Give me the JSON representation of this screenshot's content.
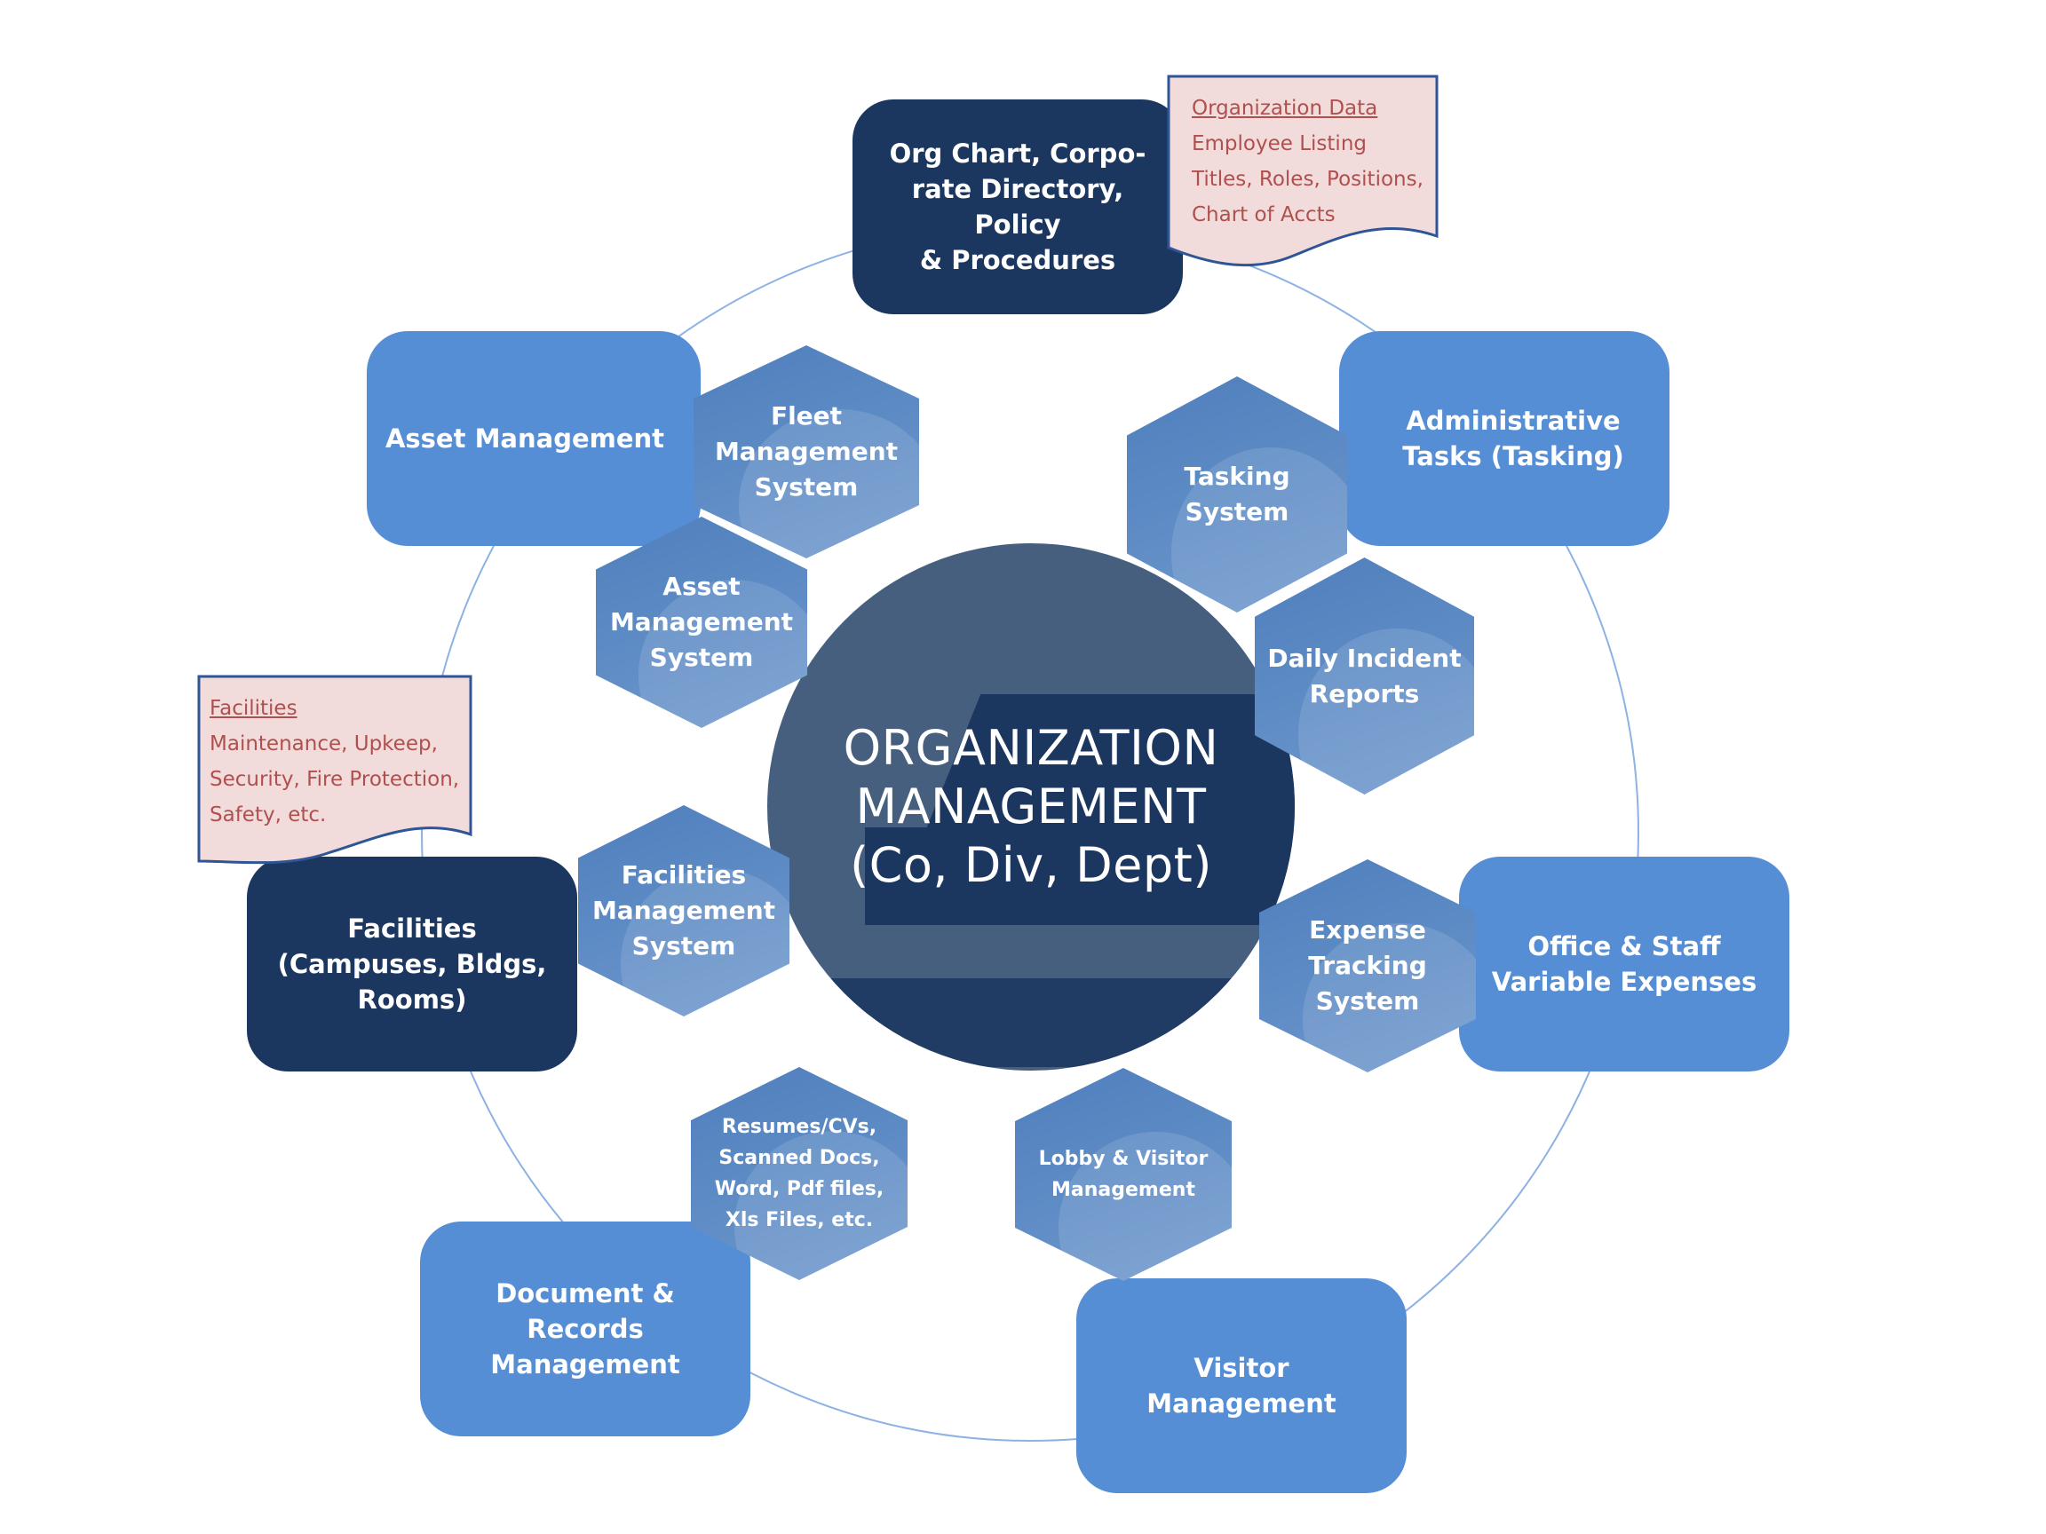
{
  "center": {
    "line1": "ORGANIZATION",
    "line2": "MANAGEMENT",
    "line3": "(Co, Div, Dept)"
  },
  "boxes": {
    "org_chart": {
      "line1": "Org Chart, Corpo-",
      "line2": "rate Directory, Policy",
      "line3": "& Procedures"
    },
    "asset_mgmt": {
      "line1": "Asset Management"
    },
    "admin_tasks": {
      "line1": "Administrative",
      "line2": "Tasks (Tasking)"
    },
    "facilities": {
      "line1": "Facilities",
      "line2": "(Campuses, Bldgs,",
      "line3": "Rooms)"
    },
    "office_staff": {
      "line1": "Office & Staff",
      "line2": "Variable Expenses"
    },
    "doc_records": {
      "line1": "Document &",
      "line2": "Records",
      "line3": "Management"
    },
    "visitor_mgmt": {
      "line1": "Visitor",
      "line2": "Management"
    }
  },
  "hexes": {
    "fleet": {
      "line1": "Fleet",
      "line2": "Management",
      "line3": "System"
    },
    "asset_sys": {
      "line1": "Asset",
      "line2": "Management",
      "line3": "System"
    },
    "tasking": {
      "line1": "Tasking",
      "line2": "System"
    },
    "incident": {
      "line1": "Daily Incident",
      "line2": "Reports"
    },
    "facilities_sys": {
      "line1": "Facilities",
      "line2": "Management",
      "line3": "System"
    },
    "expense": {
      "line1": "Expense",
      "line2": "Tracking",
      "line3": "System"
    },
    "resumes": {
      "line1": "Resumes/CVs,",
      "line2": "Scanned Docs,",
      "line3": "Word, Pdf files,",
      "line4": "Xls Files, etc."
    },
    "lobby": {
      "line1": "Lobby & Visitor",
      "line2": "Management"
    }
  },
  "notes": {
    "org_data": {
      "title": "Organization Data",
      "line1": "Employee Listing",
      "line2": "Titles, Roles, Positions,",
      "line3": "Chart of Accts"
    },
    "facilities_note": {
      "title": "Facilities",
      "line1": "Maintenance, Upkeep,",
      "line2": "Security, Fire Protection,",
      "line3": "Safety, etc."
    }
  },
  "colors": {
    "light_box": "#558ed5",
    "dark_box": "#1b365f",
    "center": "#465f7f",
    "ring": "#8db2e3",
    "note_fill": "#f2dcdb",
    "note_border": "#2f5597",
    "note_text": "#b0504e"
  }
}
